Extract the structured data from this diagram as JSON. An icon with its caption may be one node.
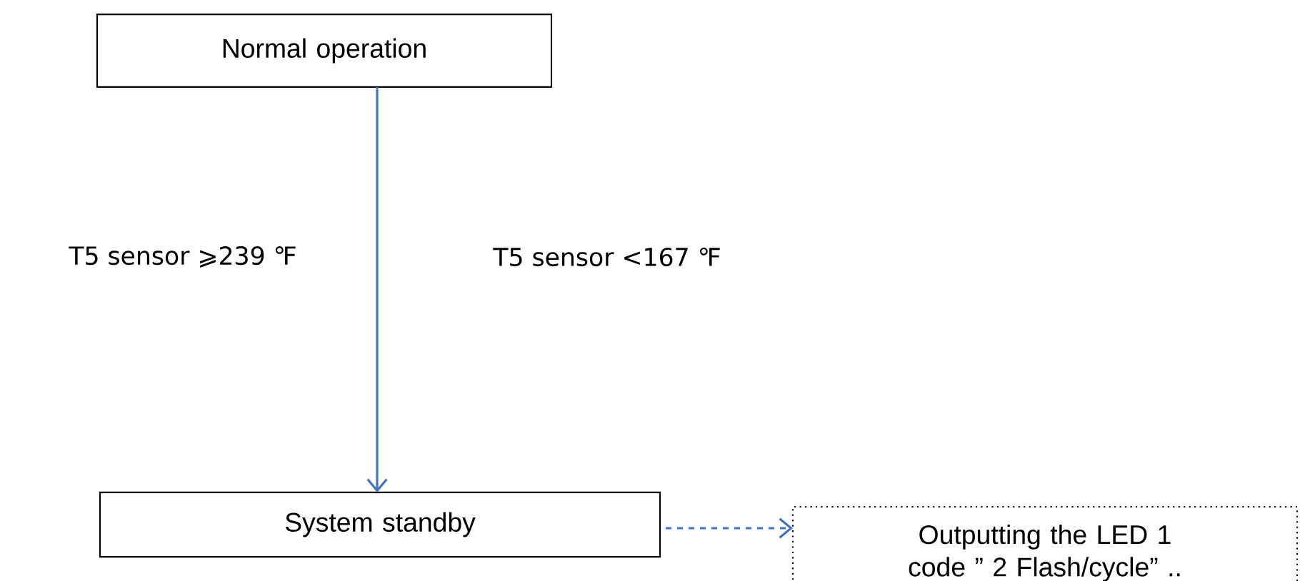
{
  "diagram": {
    "nodes": [
      {
        "text": [
          "Normal operation"
        ]
      },
      {
        "text": [
          "System standby"
        ]
      },
      {
        "text": [
          "Outputting the LED 1 code ” 2 Flash/cycle” .."
        ]
      }
    ],
    "edges": [
      {
        "from": 0,
        "to": 1,
        "arrow": "to"
      },
      {
        "from": 1,
        "to": 2,
        "arrow": "to",
        "style": "dashed"
      }
    ],
    "labels": [
      "T5 sensor ⩾239 ℉",
      "T5 sensor <167 ℉"
    ]
  }
}
